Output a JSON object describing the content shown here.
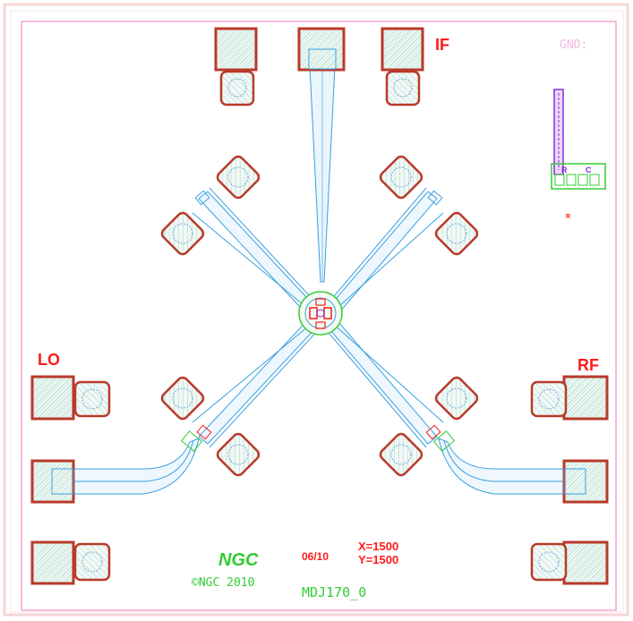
{
  "layout": {
    "port_labels": {
      "if": "IF",
      "lo": "LO",
      "rf": "RF",
      "gnd": "GND:"
    },
    "marks": {
      "logo": "NGC",
      "copyright": "©NGC 2010",
      "date_code": "06/10",
      "x_dim": "X=1500",
      "y_dim": "Y=1500",
      "part_number": "MDJ170_0",
      "tiny_id": "R"
    },
    "legend_block": {
      "letter_a": "R",
      "letter_b": "C"
    }
  },
  "colors": {
    "background": "#ffffff",
    "outer_frame": "#f4c9c9",
    "inner_frame": "#f2a6d6",
    "pad_outline": "#b83a2a",
    "pad_hatch": "#7ab8a8",
    "trace": "#3aa0e0",
    "accent_red": "#ff1a1a",
    "accent_green": "#33cc33",
    "accent_purple": "#8a2be2",
    "gnd_label": "#f4b8e0"
  }
}
